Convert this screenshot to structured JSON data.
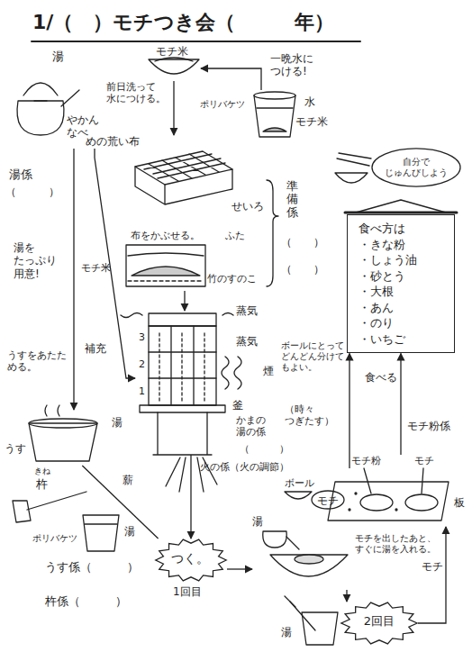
{
  "diagram": {
    "title": "1/（　）モチつき会（　　　年）",
    "nodes": [
      {
        "text": [
          "モチ米"
        ]
      },
      {
        "text": [
          "水",
          "モチ米"
        ]
      },
      {
        "text": [
          "めの荒い布",
          "せいろ"
        ]
      },
      {
        "text": [
          "布をかぶせる。",
          "ふた",
          "モチ米",
          "竹のすのこ"
        ]
      },
      {
        "text": [
          "釜"
        ]
      },
      {
        "text": [
          "やかん なべ"
        ]
      },
      {
        "text": [
          "うす"
        ]
      },
      {
        "text": [
          "つく。",
          "1回目"
        ]
      },
      {
        "text": [
          "ボール",
          "モチ",
          "湯"
        ]
      },
      {
        "text": [
          "2回目"
        ]
      },
      {
        "text": [
          "モチ粉",
          "モチ",
          "板"
        ]
      },
      {
        "text": [
          "食べ方は",
          "・きな粉",
          "・しょう油",
          "・砂とう",
          "・大根",
          "・あん",
          "・のり",
          "・いちご"
        ]
      },
      {
        "text": [
          "自分で じゅんびしよう"
        ]
      }
    ],
    "edges": [
      {
        "from": 1,
        "to": 0,
        "arrow": "to"
      },
      {
        "from": 0,
        "to": 2,
        "arrow": "to"
      },
      {
        "from": 3,
        "to": 4,
        "arrow": "to"
      },
      {
        "from": 5,
        "to": 4,
        "label": "補充",
        "arrow": "to"
      },
      {
        "from": 5,
        "to": 6,
        "arrow": "to"
      },
      {
        "from": 4,
        "to": 7,
        "arrow": "to"
      },
      {
        "from": 6,
        "to": 7,
        "arrow": "none"
      },
      {
        "from": 7,
        "to": 8,
        "arrow": "to"
      },
      {
        "from": 8,
        "to": 9,
        "arrow": "to"
      },
      {
        "from": 9,
        "to": 10,
        "label": "モチ",
        "arrow": "to"
      },
      {
        "from": 10,
        "to": 11,
        "label": "食べる",
        "arrow": "to"
      },
      {
        "from": 8,
        "to": 11,
        "arrow": "to"
      }
    ],
    "labels": [
      "湯",
      "一晩水に つける!",
      "前日洗って 水につける。",
      "ポリバケツ",
      "準備係",
      "（　　）",
      "（　　）",
      "湯係",
      "（　　　）",
      "湯を たっぷり 用意!",
      "蒸気",
      "蒸気",
      "煙",
      "3",
      "2",
      "1",
      "湯",
      "薪",
      "火の係（火の調節）",
      "かまの 湯の係",
      "（時々 つぎたす）",
      "（　　　）",
      "うすをあたた める。",
      "きね",
      "杵",
      "ポリバケツ",
      "湯",
      "うす係（　　　）",
      "杵係（　　　）",
      "モチを出したあと、すぐに湯を入れる。",
      "湯",
      "ボールにとって どんどん分けて もよい。",
      "モチ粉係"
    ]
  }
}
